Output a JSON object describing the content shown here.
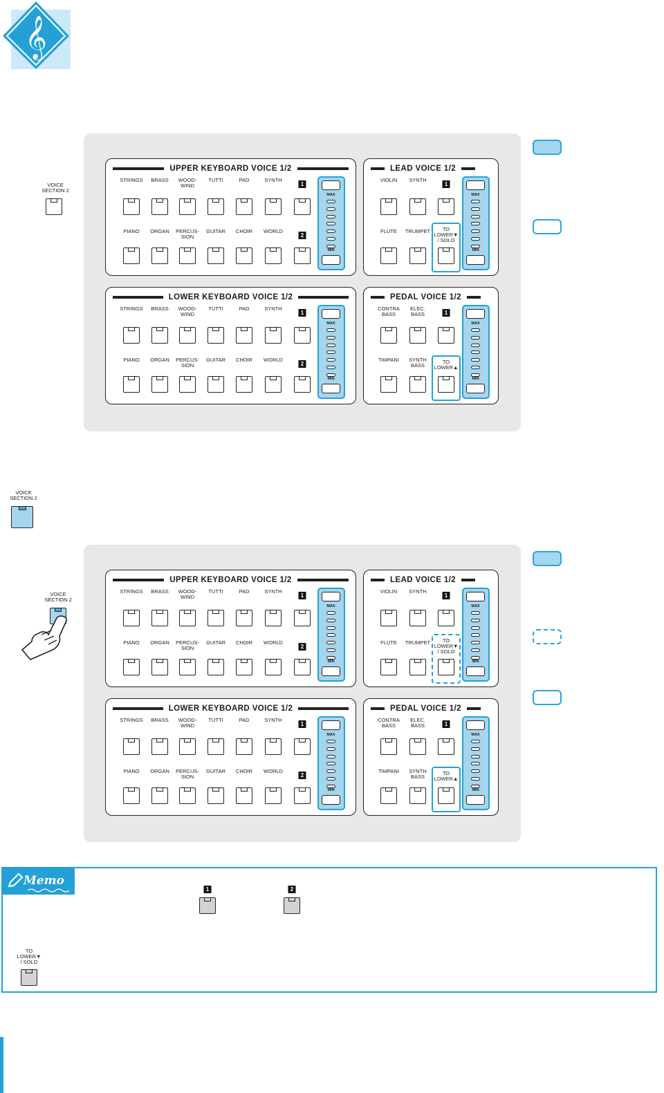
{
  "voice_section_label": "VOICE\nSECTION 2",
  "upper": {
    "title": "UPPER KEYBOARD VOICE 1/2",
    "row1": [
      "STRINGS",
      "BRASS",
      "WOOD-\nWIND",
      "TUTTI",
      "PAD",
      "SYNTH"
    ],
    "row2": [
      "PIANO",
      "ORGAN",
      "PERCUS-\nSION",
      "GUITAR",
      "CHOIR",
      "WORLD"
    ]
  },
  "lower": {
    "title": "LOWER KEYBOARD VOICE 1/2",
    "row1": [
      "STRINGS",
      "BRASS",
      "WOOD-\nWIND",
      "TUTTI",
      "PAD",
      "SYNTH"
    ],
    "row2": [
      "PIANO",
      "ORGAN",
      "PERCUS-\nSION",
      "GUITAR",
      "CHOIR",
      "WORLD"
    ]
  },
  "lead": {
    "title": "LEAD VOICE 1/2",
    "row1": [
      "VIOLIN",
      "SYNTH"
    ],
    "row2": [
      "FLUTE",
      "TRUMPET"
    ],
    "to_lower": "TO\nLOWER▼\n/ SOLO"
  },
  "pedal": {
    "title": "PEDAL VOICE 1/2",
    "row1": [
      "CONTRA\nBASS",
      "ELEC.\nBASS"
    ],
    "row2": [
      "TIMPANI",
      "SYNTH\nBASS"
    ],
    "to_lower": "TO\nLOWER▲"
  },
  "badges": {
    "one": "1",
    "two": "2"
  },
  "drawbar": {
    "max": "MAX",
    "min": "MIN"
  },
  "memo": {
    "tag": "Memo",
    "to_lower_label": "TO\nLOWER▼\n/ SOLO",
    "badge_one": "1",
    "badge_two": "2"
  },
  "colors": {
    "accent": "#23a1d6",
    "lit_fill": "#a4d6ef",
    "panel": "#e8e8e8"
  }
}
